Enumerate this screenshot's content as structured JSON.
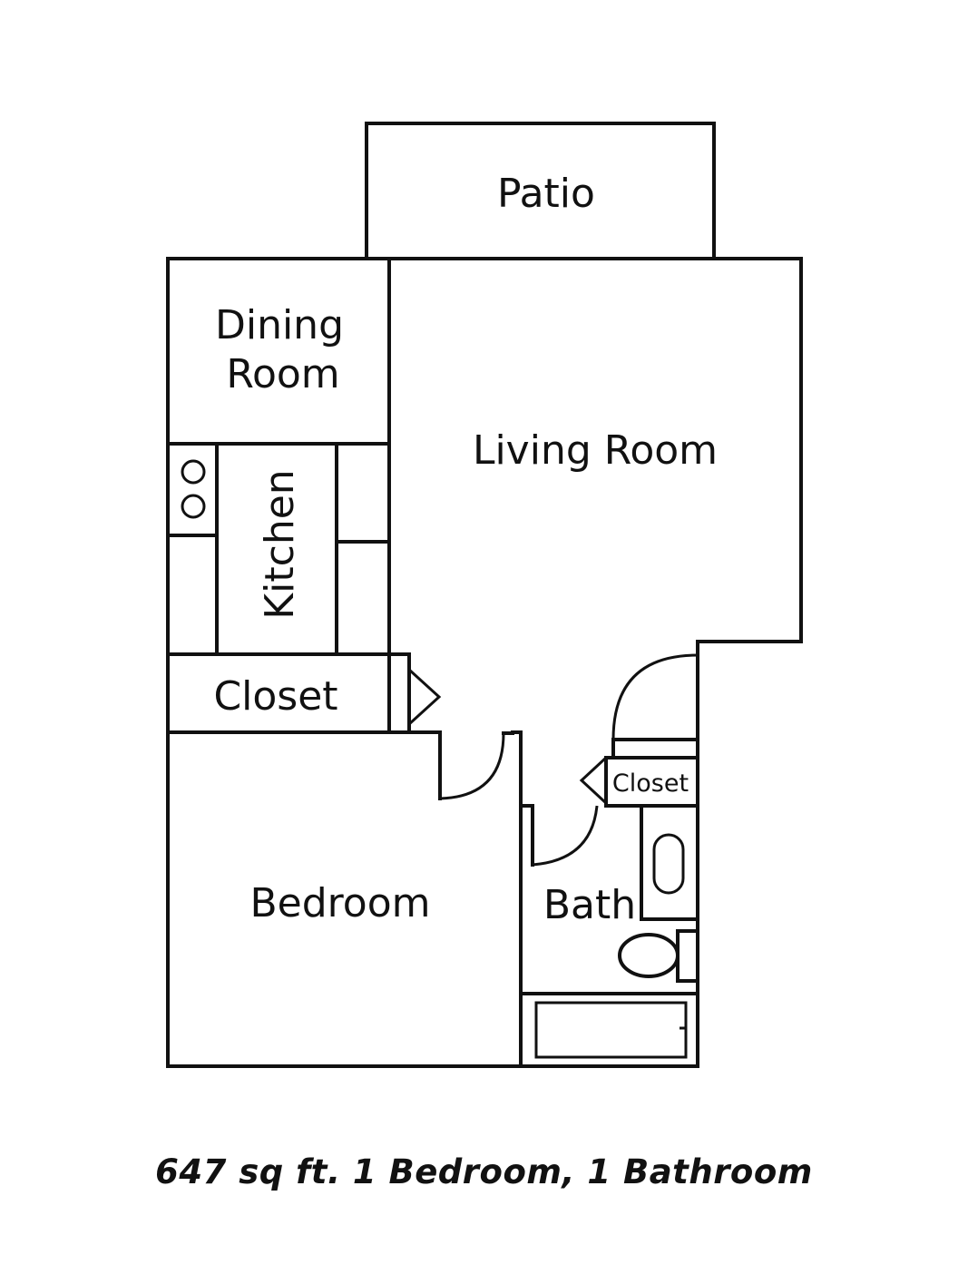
{
  "rooms": {
    "patio": "Patio",
    "dining_line1": "Dining",
    "dining_line2": "Room",
    "living": "Living Room",
    "kitchen": "Kitchen",
    "closet_left": "Closet",
    "closet_right": "Closet",
    "bedroom": "Bedroom",
    "bath": "Bath"
  },
  "caption": "647 sq ft. 1 Bedroom, 1 Bathroom",
  "colors": {
    "line": "#111111",
    "background": "#ffffff"
  }
}
